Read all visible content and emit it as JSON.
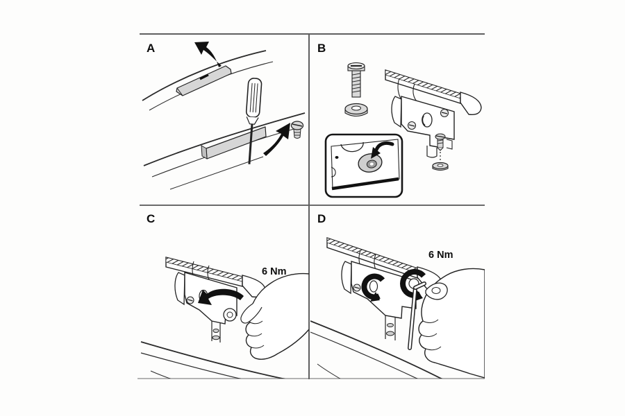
{
  "page": {
    "background": "#fdfdfc"
  },
  "frame": {
    "line_color": "#5f5f5f",
    "bottom_line_color": "#b3b3b3"
  },
  "panels": [
    {
      "id": "a",
      "label": "A"
    },
    {
      "id": "b",
      "label": "B"
    },
    {
      "id": "c",
      "label": "C",
      "torque_label": "6 Nm"
    },
    {
      "id": "d",
      "label": "D",
      "torque_label": "6 Nm"
    }
  ],
  "icons": {
    "lift-arrow": "curved-arrow-up",
    "pry-arrow": "curved-arrow-up-right",
    "rotation-arrow": "curved-rotation-arrow",
    "screwdriver": "flat-screwdriver",
    "hex-key": "allen-key",
    "screw": "pan-head-screw",
    "washer": "flat-washer"
  },
  "colors": {
    "line": "#2a2a2a",
    "arrow_fill": "#111111",
    "gray_fill": "#d6d6d6",
    "background": "#fdfdfc"
  }
}
